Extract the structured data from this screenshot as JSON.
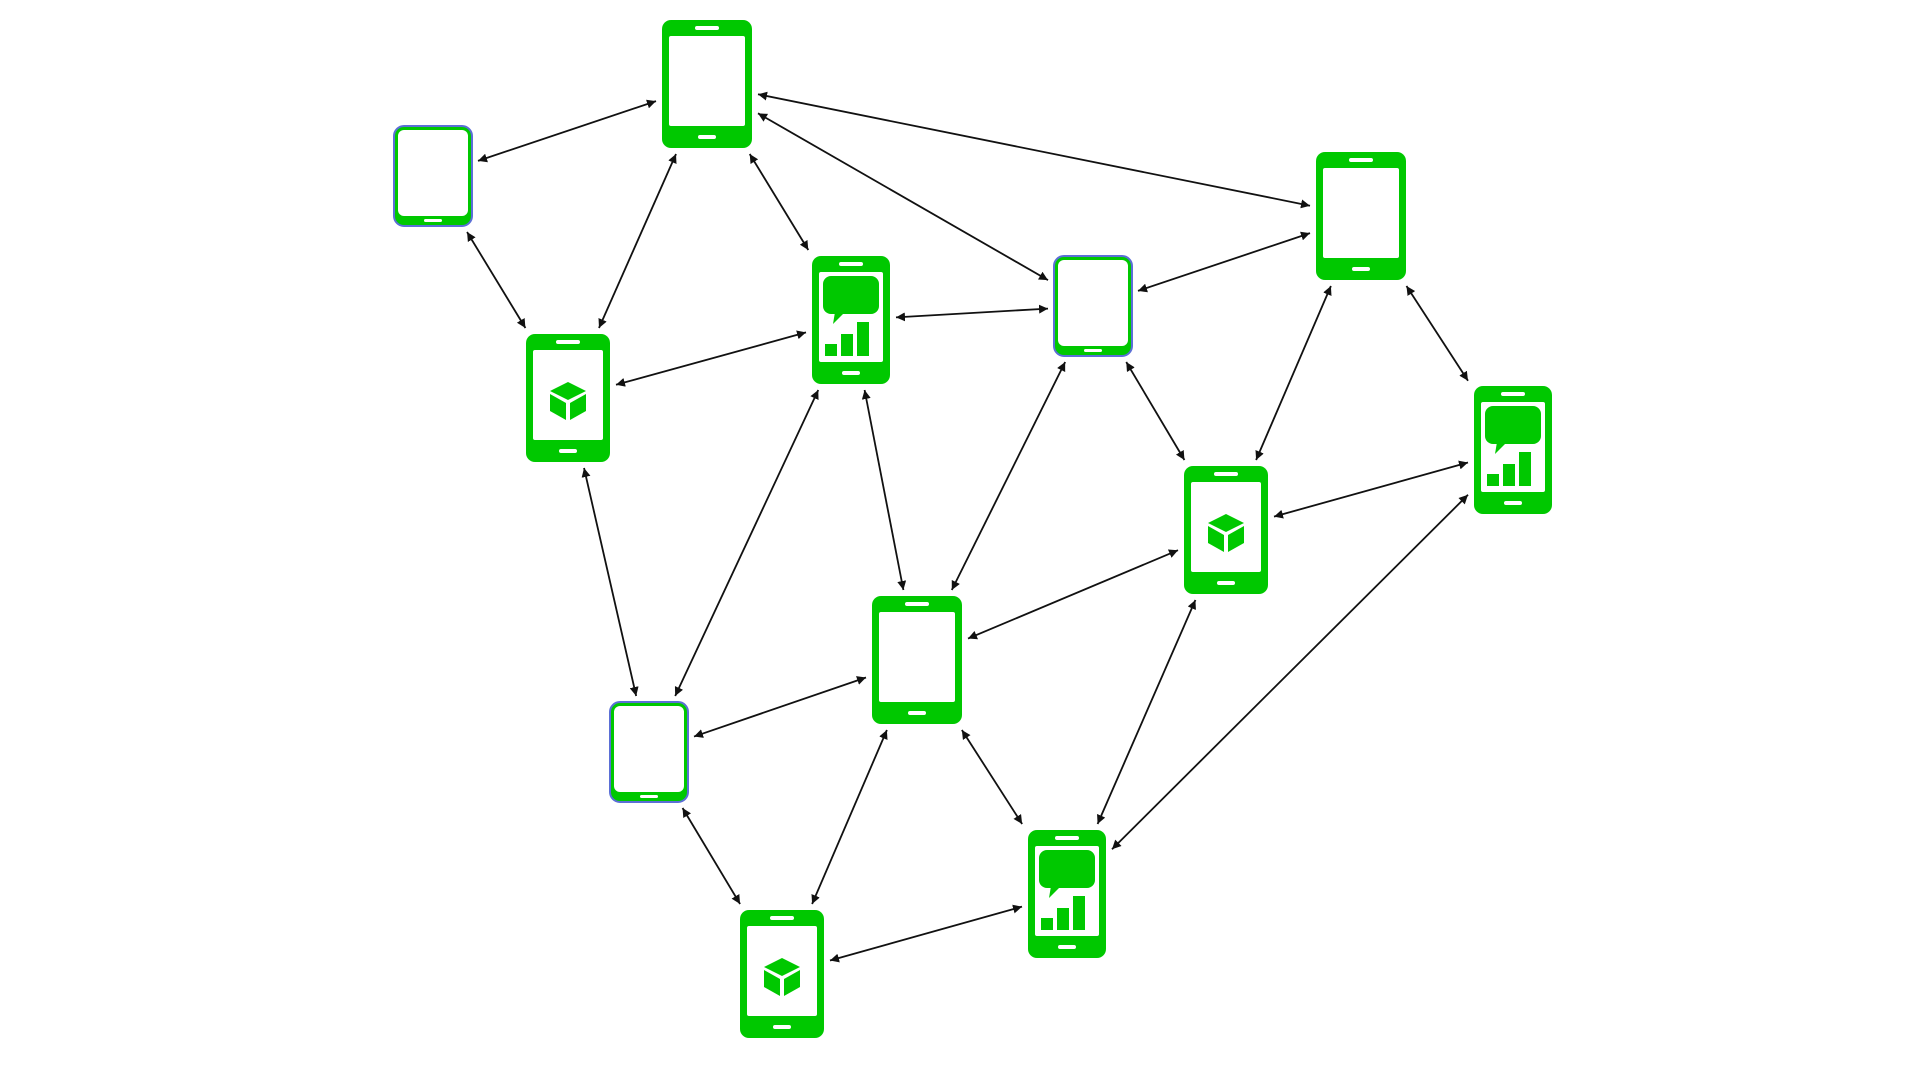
{
  "diagram": {
    "type": "mesh-network",
    "colors": {
      "device": "#00c800",
      "device_outline": "#00b400",
      "screen": "#ffffff",
      "edge": "#111111",
      "inactive_border": "#5b6fd6"
    },
    "nodes": [
      {
        "id": "n1",
        "kind": "phone",
        "icon": "none",
        "active": true
      },
      {
        "id": "n2",
        "kind": "tablet",
        "icon": "none",
        "active": false
      },
      {
        "id": "n3",
        "kind": "phone",
        "icon": "none",
        "active": true
      },
      {
        "id": "n4",
        "kind": "phone",
        "icon": "box-icon",
        "active": true
      },
      {
        "id": "n5",
        "kind": "phone",
        "icon": "chat-chart-icon",
        "active": true
      },
      {
        "id": "n6",
        "kind": "tablet",
        "icon": "none",
        "active": false
      },
      {
        "id": "n7",
        "kind": "phone",
        "icon": "chat-chart-icon",
        "active": true
      },
      {
        "id": "n8",
        "kind": "phone",
        "icon": "box-icon",
        "active": true
      },
      {
        "id": "n9",
        "kind": "phone",
        "icon": "none",
        "active": true
      },
      {
        "id": "n10",
        "kind": "tablet",
        "icon": "none",
        "active": false
      },
      {
        "id": "n11",
        "kind": "phone",
        "icon": "chat-chart-icon",
        "active": true
      },
      {
        "id": "n12",
        "kind": "phone",
        "icon": "box-icon",
        "active": true
      }
    ],
    "edges": [
      [
        "n1",
        "n2"
      ],
      [
        "n1",
        "n3"
      ],
      [
        "n1",
        "n4"
      ],
      [
        "n1",
        "n5"
      ],
      [
        "n1",
        "n6"
      ],
      [
        "n2",
        "n4"
      ],
      [
        "n4",
        "n5"
      ],
      [
        "n5",
        "n6"
      ],
      [
        "n6",
        "n3"
      ],
      [
        "n3",
        "n8"
      ],
      [
        "n3",
        "n7"
      ],
      [
        "n6",
        "n8"
      ],
      [
        "n8",
        "n7"
      ],
      [
        "n4",
        "n10"
      ],
      [
        "n5",
        "n10"
      ],
      [
        "n5",
        "n9"
      ],
      [
        "n6",
        "n9"
      ],
      [
        "n9",
        "n10"
      ],
      [
        "n9",
        "n8"
      ],
      [
        "n10",
        "n12"
      ],
      [
        "n9",
        "n12"
      ],
      [
        "n9",
        "n11"
      ],
      [
        "n8",
        "n11"
      ],
      [
        "n12",
        "n11"
      ],
      [
        "n7",
        "n11"
      ]
    ]
  }
}
